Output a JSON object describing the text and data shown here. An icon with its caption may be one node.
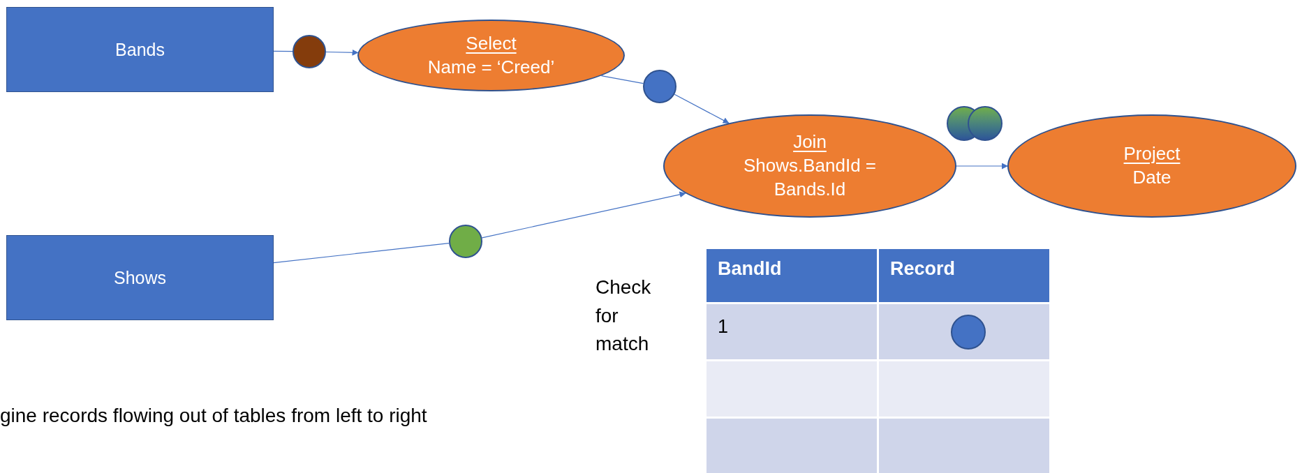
{
  "diagram": {
    "nodes": [
      {
        "text": [
          "Bands"
        ]
      },
      {
        "text": [],
        "shape": "circle"
      },
      {
        "text": [
          "Select",
          "Name = ‘Creed’"
        ]
      },
      {
        "text": [],
        "shape": "circle"
      },
      {
        "text": [
          "Join",
          "Shows.BandId = Bands.Id"
        ]
      },
      {
        "text": [
          "Project",
          "Date"
        ]
      },
      {
        "text": [
          "Shows"
        ]
      },
      {
        "text": [],
        "shape": "circle"
      },
      {
        "text": [],
        "shape": "circle"
      },
      {
        "text": [],
        "shape": "circle"
      },
      {
        "text": [],
        "shape": "circle"
      }
    ],
    "edges": [
      {
        "from": 0,
        "to": 1,
        "arrow": "none"
      },
      {
        "from": 1,
        "to": 2,
        "arrow": "to"
      },
      {
        "from": 2,
        "to": 3,
        "arrow": "none"
      },
      {
        "from": 3,
        "to": 4,
        "arrow": "to"
      },
      {
        "from": 6,
        "to": 7,
        "arrow": "none"
      },
      {
        "from": 7,
        "to": 4,
        "arrow": "to"
      },
      {
        "from": 4,
        "to": 5,
        "arrow": "to"
      }
    ],
    "labels": [
      "Check for match",
      "BandId",
      "Record",
      "1",
      "gine records flowing out of tables from left to right"
    ]
  }
}
